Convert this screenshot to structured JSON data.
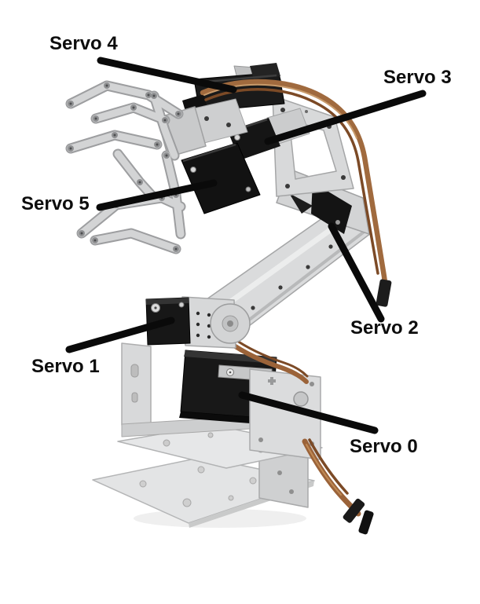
{
  "figure": {
    "title": "Robot arm servo annotation diagram",
    "background_color": "#ffffff",
    "annotation": {
      "line_color": "#0a0a0a",
      "label_color": "#0d0d0d"
    },
    "labels": [
      {
        "id": "servo-4",
        "text": "Servo 4"
      },
      {
        "id": "servo-3",
        "text": "Servo 3"
      },
      {
        "id": "servo-5",
        "text": "Servo 5"
      },
      {
        "id": "servo-2",
        "text": "Servo 2"
      },
      {
        "id": "servo-1",
        "text": "Servo 1"
      },
      {
        "id": "servo-0",
        "text": "Servo 0"
      }
    ],
    "palette": {
      "metal": "#d5d6d7",
      "metal_dark": "#a2a3a5",
      "servo_black": "#161616",
      "wire_copper": "#9b6339"
    }
  }
}
